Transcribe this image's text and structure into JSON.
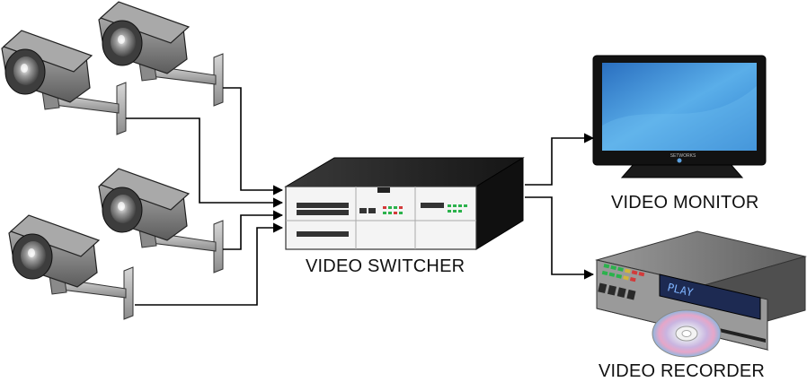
{
  "labels": {
    "switcher": "VIDEO SWITCHER",
    "monitor": "VIDEO MONITOR",
    "recorder": "VIDEO RECORDER"
  },
  "display": {
    "recorder_text": "PLAY",
    "monitor_brand": "SETWORKS"
  },
  "colors": {
    "camera_body": "#8a8a8a",
    "switcher_body": "#1f1f1f",
    "switcher_panel": "#f2f2f2",
    "monitor_screen": "#3a8fd6",
    "recorder_body": "#777777",
    "recorder_display": "#1d2a52",
    "led_green": "#2bb24c",
    "led_red": "#d23a3a",
    "wire": "#000000"
  },
  "icons": [
    "camera-icon",
    "video-switcher-icon",
    "video-monitor-icon",
    "video-recorder-icon",
    "disc-icon"
  ]
}
